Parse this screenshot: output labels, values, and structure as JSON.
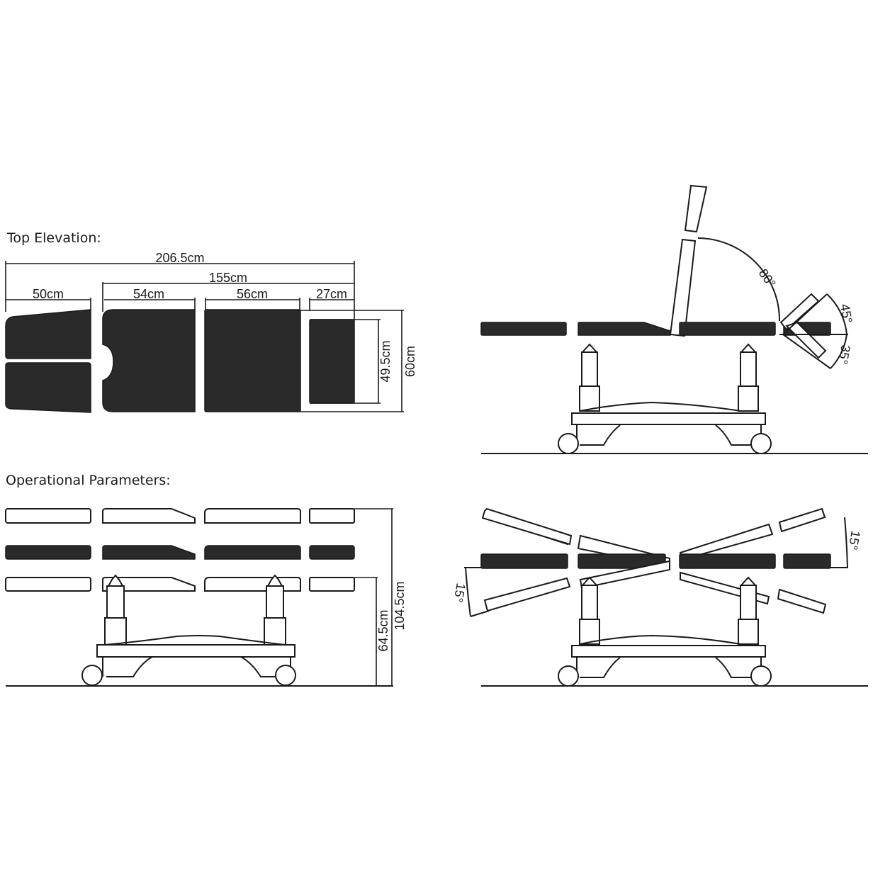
{
  "sections": {
    "top_elevation": {
      "title": "Top Elevation:",
      "dimensions": {
        "total_length": "206.5cm",
        "body_length": "155cm",
        "head_section": "50cm",
        "upper_section": "54cm",
        "middle_section": "56cm",
        "foot_section": "27cm",
        "foot_width": "49.5cm",
        "total_width": "60cm"
      }
    },
    "operational_parameters": {
      "title": "Operational Parameters:",
      "dimensions": {
        "min_height": "64.5cm",
        "max_height": "104.5cm"
      }
    },
    "backrest_view": {
      "angles": {
        "backrest": "80°",
        "leg_up": "45°",
        "leg_down": "35°"
      }
    },
    "tilt_view": {
      "angles": {
        "left_tilt": "15°",
        "right_tilt": "15°"
      }
    }
  },
  "colors": {
    "line": "#1a1a1a",
    "pad_fill": "#2a2a2a",
    "background": "#ffffff"
  }
}
